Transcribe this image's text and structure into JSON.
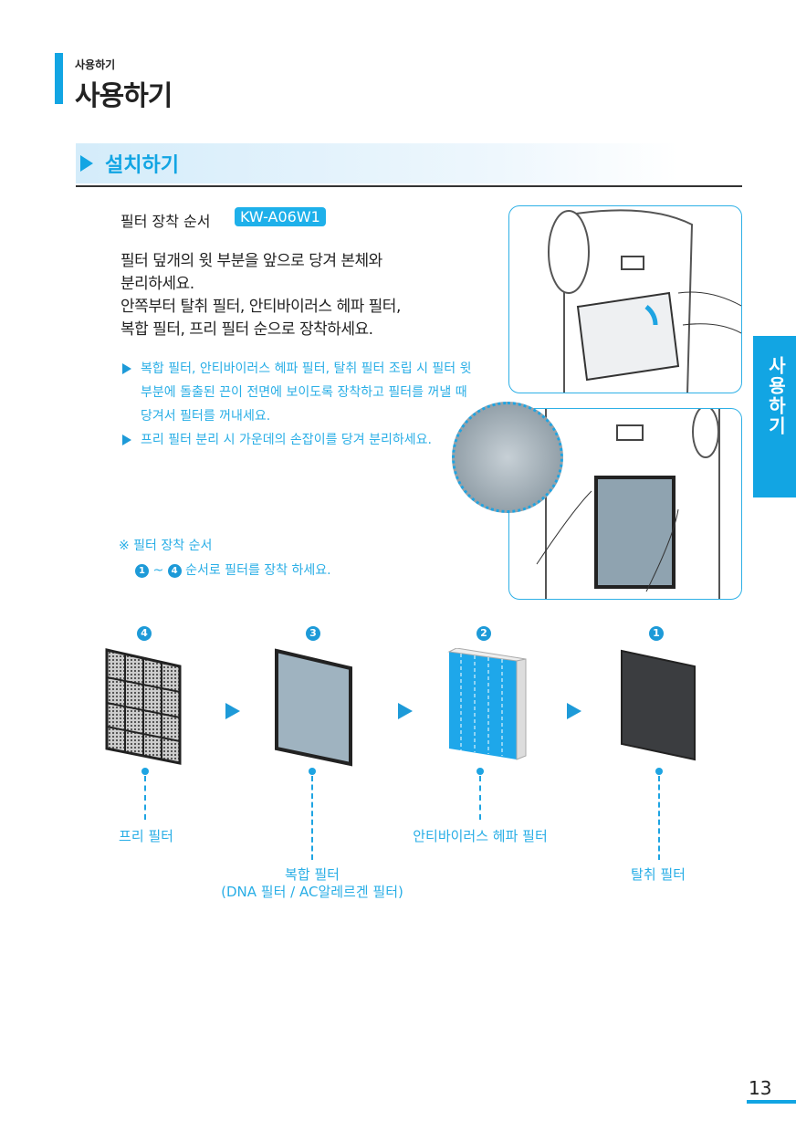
{
  "header": {
    "small_title": "사용하기",
    "title": "사용하기"
  },
  "section": {
    "title": "설치하기"
  },
  "subtitle": {
    "label": "필터 장착 순서",
    "model": "KW-A06W1"
  },
  "instructions": [
    "필터 덮개의 윗 부분을 앞으로 당겨 본체와",
    "분리하세요.",
    "안쪽부터 탈취 필터, 안티바이러스 헤파 필터,",
    "복합 필터, 프리 필터 순으로 장착하세요."
  ],
  "notes": [
    "복합 필터, 안티바이러스 헤파 필터, 탈취 필터 조립 시 필터 윗부분에 돌출된 끈이 전면에 보이도록 장착하고 필터를 꺼낼 때 당겨서 필터를 꺼내세요.",
    "프리 필터 분리 시 가운데의 손잡이를 당겨 분리하세요."
  ],
  "order_note": {
    "title": "※ 필터 장착 순서",
    "start": "1",
    "tilde": "~",
    "end": "4",
    "text": "순서로 필터를 장착 하세요."
  },
  "filters": [
    {
      "num": "4",
      "label": "프리 필터"
    },
    {
      "num": "3",
      "label": "복합 필터",
      "sub": "(DNA 필터 / AC알레르겐 필터)"
    },
    {
      "num": "2",
      "label": "안티바이러스 헤파 필터"
    },
    {
      "num": "1",
      "label": "탈취 필터"
    }
  ],
  "side_tab": "사용하기",
  "page_number": "13",
  "colors": {
    "accent": "#12a5e3",
    "note": "#29aee6"
  }
}
